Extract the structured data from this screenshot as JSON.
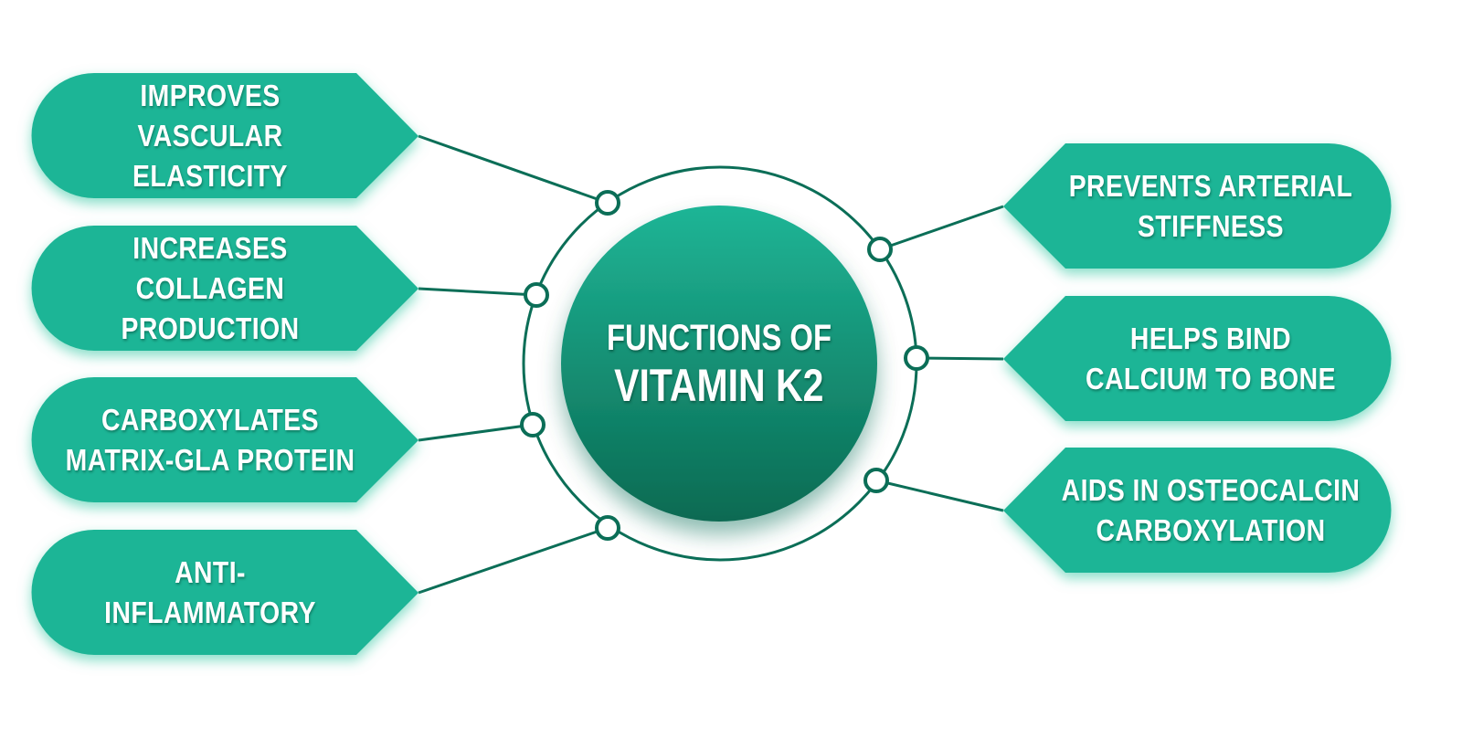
{
  "title": {
    "line1": "FUNCTIONS OF",
    "line2": "VITAMIN K2"
  },
  "colors": {
    "callout_fill": "#1fb596",
    "callout_glow": "#7fdcc6",
    "ring_stroke": "#0b6e57",
    "center_top": "#1fb596",
    "center_bottom": "#0a6a52",
    "background": "#ffffff"
  },
  "left_items": [
    {
      "line1": "IMPROVES",
      "line2": "VASCULAR ELASTICITY"
    },
    {
      "line1": "INCREASES COLLAGEN",
      "line2": "PRODUCTION"
    },
    {
      "line1": "CARBOXYLATES",
      "line2": "MATRIX-GLA PROTEIN"
    },
    {
      "line1": "ANTI-",
      "line2": "INFLAMMATORY"
    }
  ],
  "right_items": [
    {
      "line1": "PREVENTS ARTERIAL",
      "line2": "STIFFNESS"
    },
    {
      "line1": "HELPS BIND",
      "line2": "CALCIUM TO BONE"
    },
    {
      "line1": "AIDS IN OSTEOCALCIN",
      "line2": "CARBOXYLATION"
    }
  ]
}
